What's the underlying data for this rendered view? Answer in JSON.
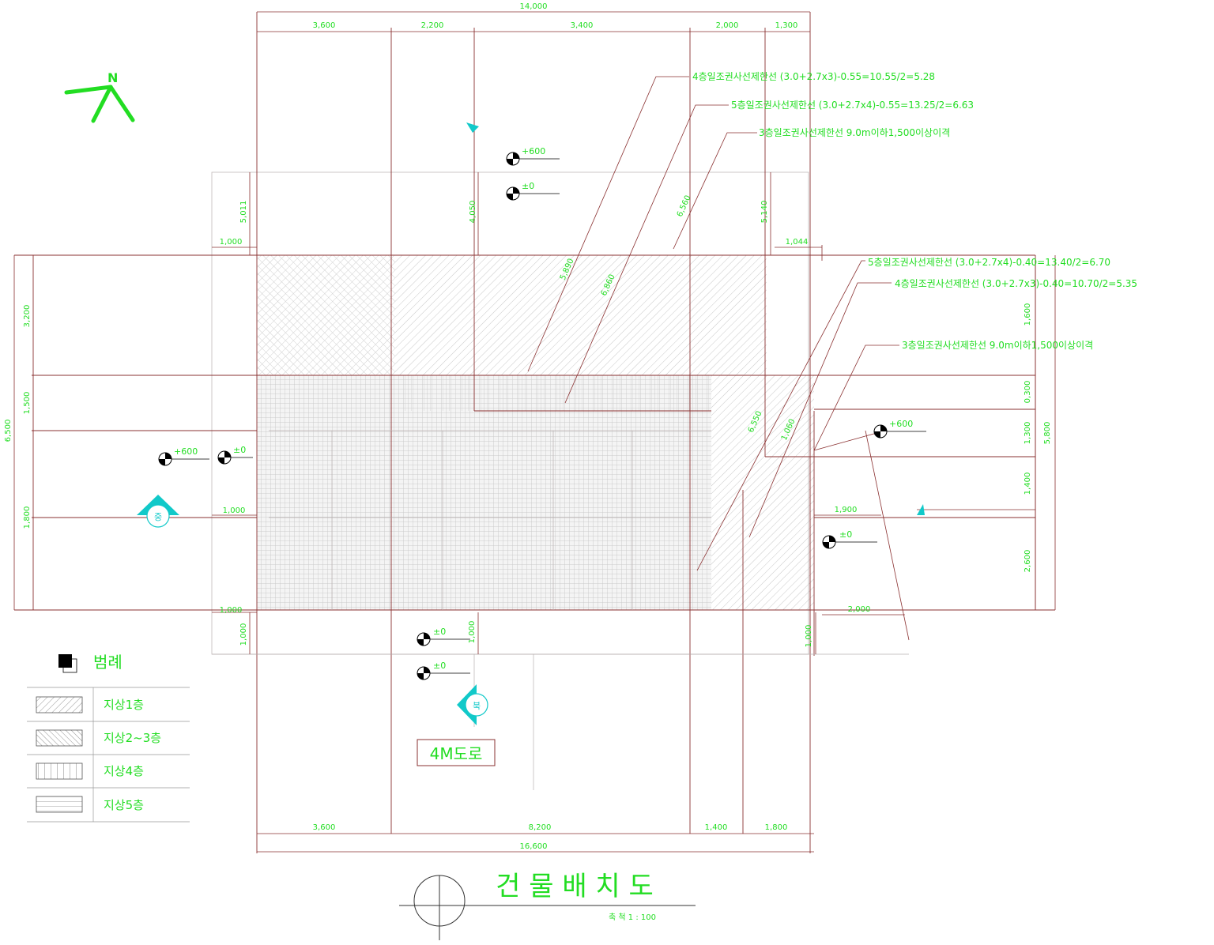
{
  "drawing": {
    "title": "건 물 배 치 도",
    "scale": "축 척 1 : 100",
    "north": "N",
    "road_label": "4M도로"
  },
  "dimensions": {
    "top_total": "14,000",
    "top": [
      "3,600",
      "2,200",
      "3,400",
      "2,000",
      "1,300"
    ],
    "bottom": [
      "3,600",
      "8,200",
      "1,400",
      "1,800"
    ],
    "bottom_total": "16,600",
    "left": [
      "3,200",
      "1,500",
      "1,800"
    ],
    "left_total": "6,500",
    "right": [
      "1,600",
      "0,300",
      "1,300",
      "1,400",
      "2,600"
    ],
    "right_total": "5,800",
    "misc": [
      "1,000",
      "1,000",
      "1,000",
      "1,044",
      "1,000",
      "1,000",
      "1,000",
      "2,000",
      "1,900"
    ],
    "upper": [
      "5,011",
      "4,050",
      "5,140"
    ],
    "diagonal": [
      "5,890",
      "6,860",
      "6,560",
      "6,550",
      "1,060"
    ]
  },
  "annotations": [
    "4층일조권사선제한선 (3.0+2.7x3)-0.55=10.55/2=5.28",
    "5층일조권사선제한선 (3.0+2.7x4)-0.55=13.25/2=6.63",
    "3층일조권사선제한선 9.0m이하1,500이상이격",
    "5층일조권사선제한선 (3.0+2.7x4)-0.40=13.40/2=6.70",
    "4층일조권사선제한선 (3.0+2.7x3)-0.40=10.70/2=5.35",
    "3층일조권사선제한선 9.0m이하1,500이상이격"
  ],
  "levels": [
    "+600",
    "±0",
    "+600",
    "±0",
    "+600",
    "±0",
    "±0",
    "±0"
  ],
  "section_markers": [
    "중",
    "북"
  ],
  "legend": {
    "title": "범례",
    "items": [
      "지상1층",
      "지상2~3층",
      "지상4층",
      "지상5층"
    ]
  }
}
